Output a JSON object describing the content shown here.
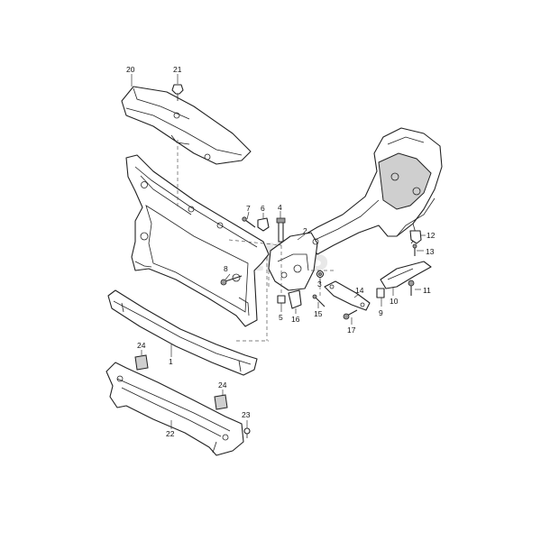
{
  "diagram": {
    "watermark": "Xparts",
    "callouts": [
      {
        "id": "20",
        "label": "20"
      },
      {
        "id": "21",
        "label": "21"
      },
      {
        "id": "7",
        "label": "7"
      },
      {
        "id": "6",
        "label": "6"
      },
      {
        "id": "4",
        "label": "4"
      },
      {
        "id": "2",
        "label": "2"
      },
      {
        "id": "8",
        "label": "8"
      },
      {
        "id": "3",
        "label": "3"
      },
      {
        "id": "5",
        "label": "5"
      },
      {
        "id": "16",
        "label": "16"
      },
      {
        "id": "15",
        "label": "15"
      },
      {
        "id": "14",
        "label": "14"
      },
      {
        "id": "17",
        "label": "17"
      },
      {
        "id": "9",
        "label": "9"
      },
      {
        "id": "10",
        "label": "10"
      },
      {
        "id": "12",
        "label": "12"
      },
      {
        "id": "13",
        "label": "13"
      },
      {
        "id": "11",
        "label": "11"
      },
      {
        "id": "24a",
        "label": "24"
      },
      {
        "id": "24b",
        "label": "24"
      },
      {
        "id": "1",
        "label": "1"
      },
      {
        "id": "23",
        "label": "23"
      },
      {
        "id": "22",
        "label": "22"
      }
    ]
  }
}
